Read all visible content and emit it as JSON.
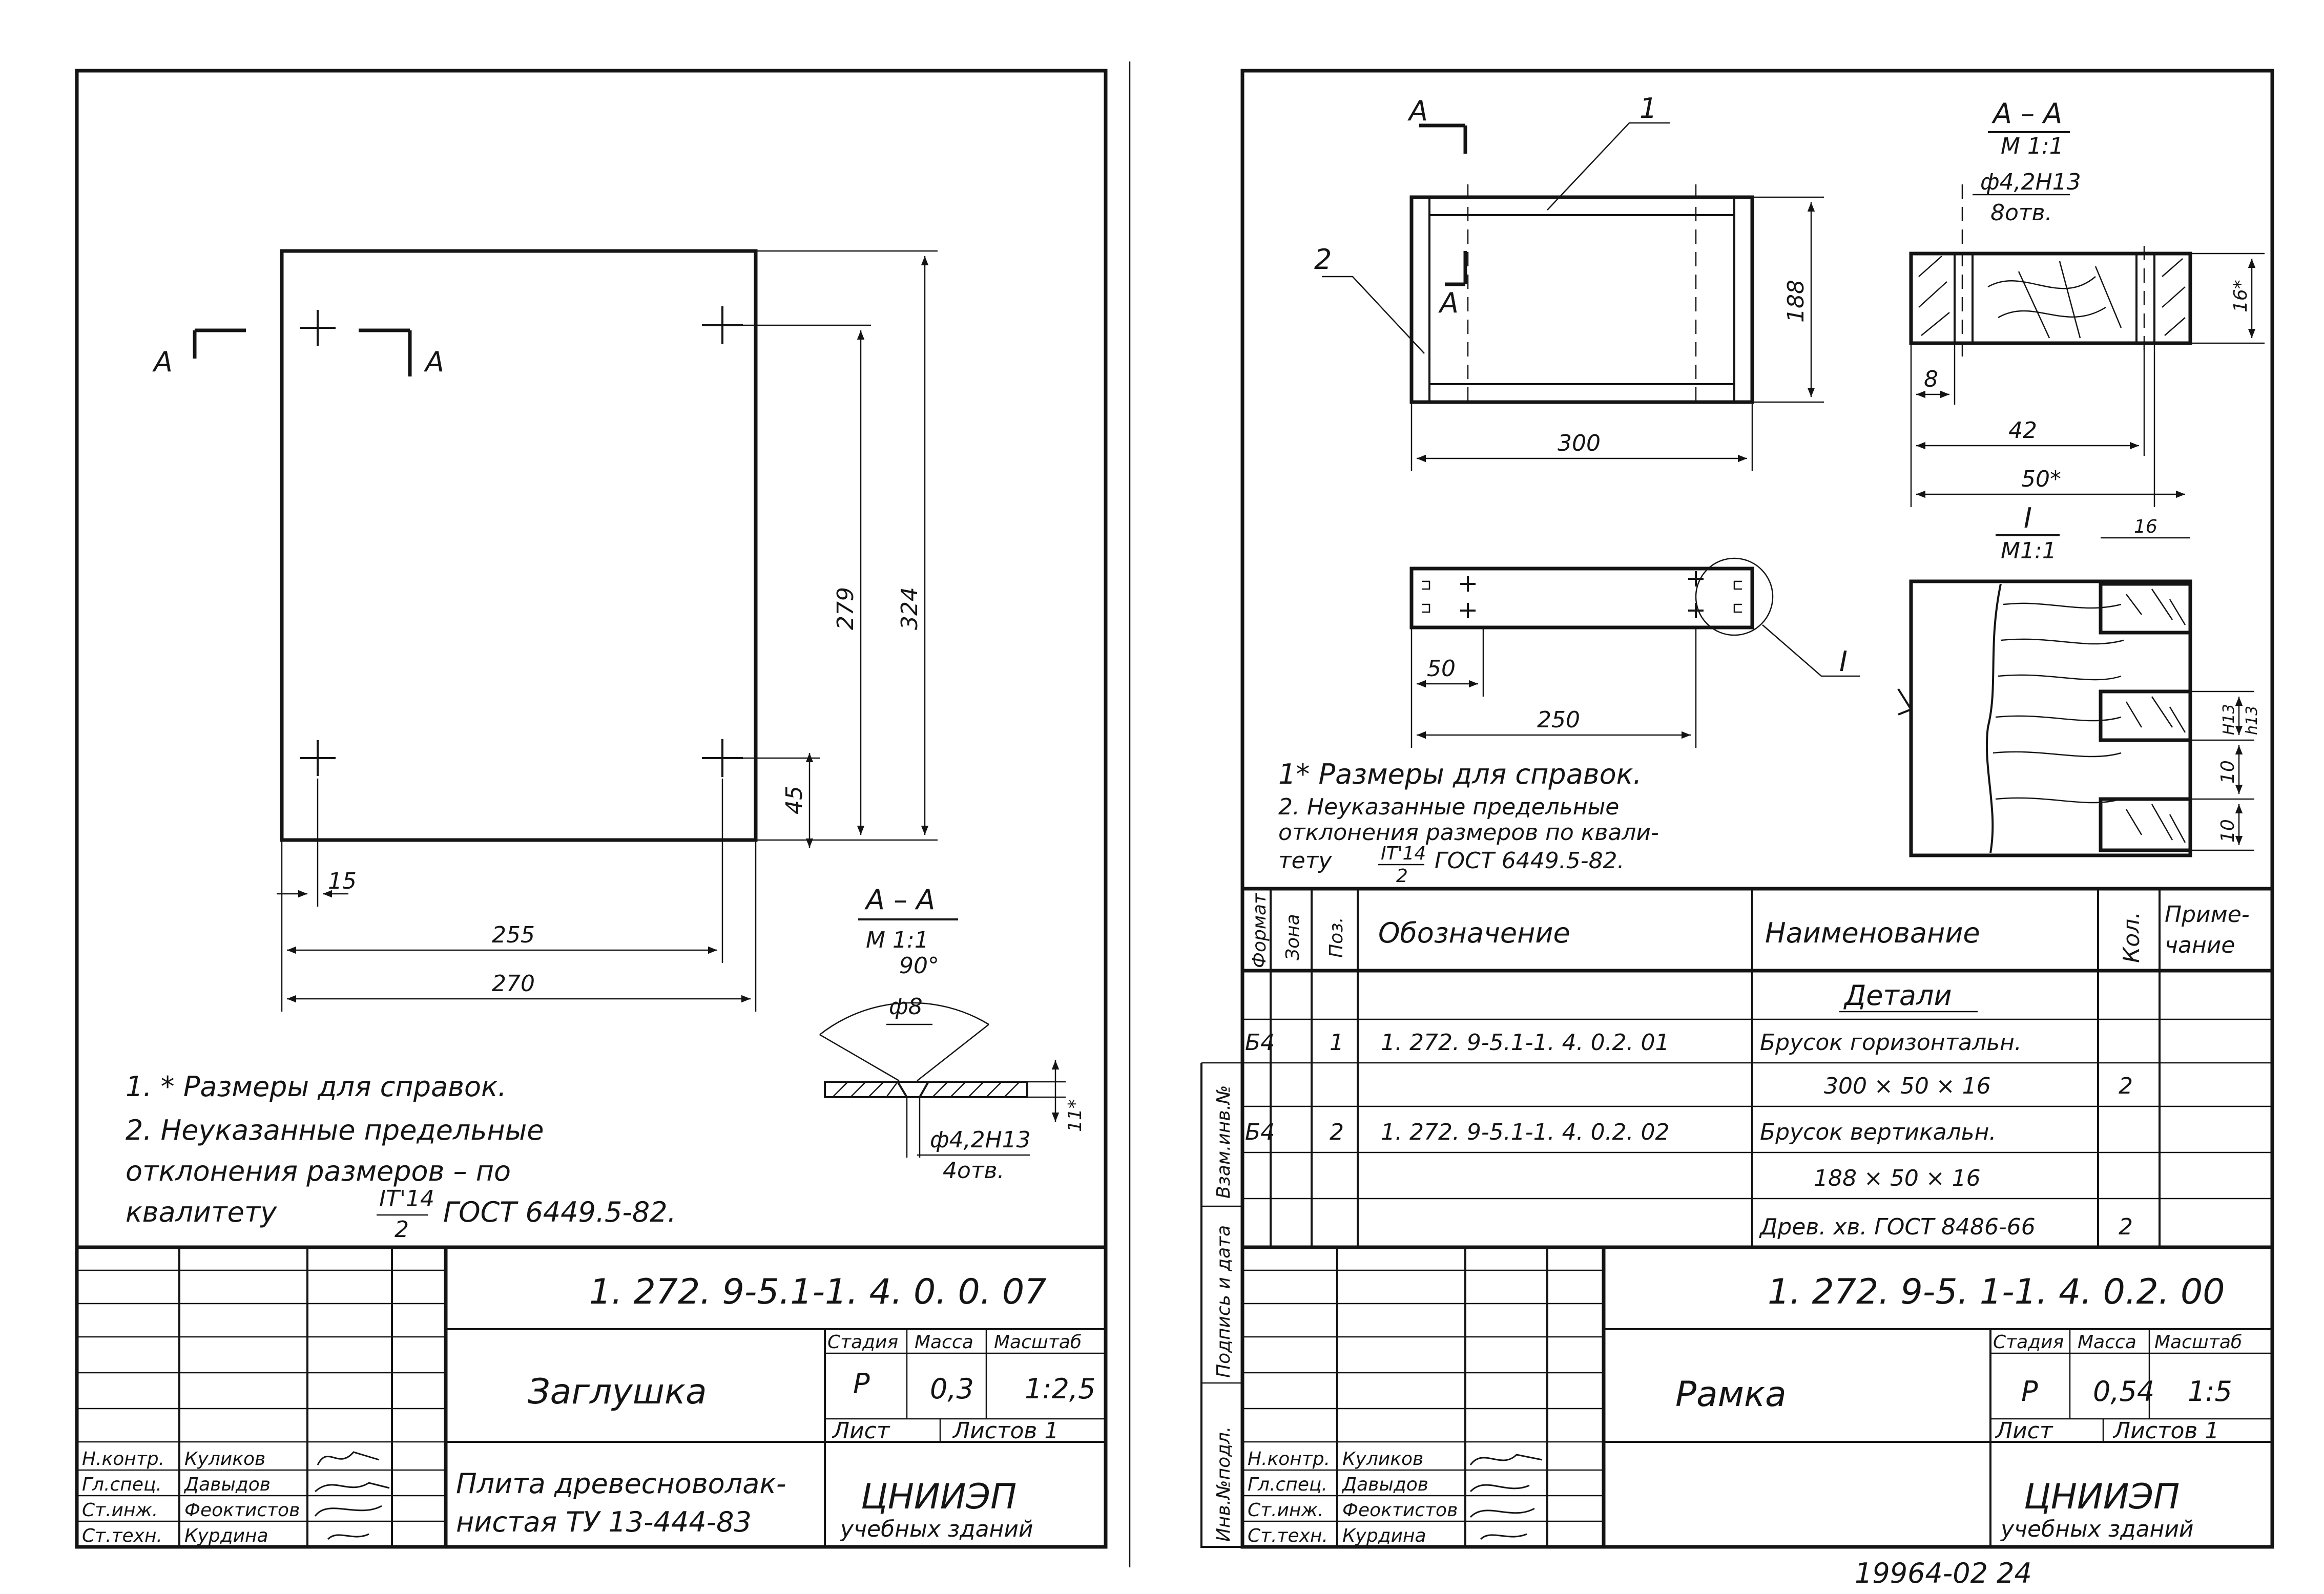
{
  "left_sheet": {
    "section_marker": "А",
    "dimensions": {
      "d15": "15",
      "d255": "255",
      "d270": "270",
      "d45": "45",
      "d279": "279",
      "d324": "324"
    },
    "section_title": "А – А",
    "section_scale": "М 1:1",
    "section_angle": "90°",
    "section_dia": "ф8",
    "section_thk": "11*",
    "section_hole": "ф4,2Н13",
    "section_holes_count": "4отв.",
    "notes": [
      "1. * Размеры для справок.",
      "2. Неуказанные предельные",
      "отклонения размеров – по",
      "квалитету",
      "ГОСТ 6449.5-82."
    ],
    "tolerance_num": "IT'14",
    "tolerance_den": "2",
    "title_block": {
      "code": "1. 272. 9-5.1-1. 4. 0. 0. 07",
      "name": "Заглушка",
      "stage_h": "Стадия",
      "mass_h": "Масса",
      "scale_h": "Масштаб",
      "stage": "Р",
      "mass": "0,3",
      "scale": "1:2,5",
      "sheet_h": "Лист",
      "sheets_h": "Листов 1",
      "material_1": "Плита древесноволак-",
      "material_2": "нистая ТУ 13-444-83",
      "org": "ЦНИИЭП",
      "org_sub": "учебных зданий",
      "roles": [
        "Н.контр.",
        "Гл.спец.",
        "Ст.инж.",
        "Ст.техн."
      ],
      "names": [
        "Куликов",
        "Давыдов",
        "Феоктистов",
        "Курдина"
      ]
    }
  },
  "right_sheet": {
    "section_marker": "А",
    "callout_1": "1",
    "callout_2": "2",
    "callout_detail": "I",
    "dimensions": {
      "d300": "300",
      "d188": "188",
      "d50": "50",
      "d250": "250"
    },
    "section_title": "А – А",
    "section_scale": "М 1:1",
    "section_hole": "ф4,2Н13",
    "section_holes_count": "8отв.",
    "section_dims": {
      "d16": "16*",
      "d8": "8",
      "d42": "42",
      "d50": "50*"
    },
    "detail_title": "I",
    "detail_scale": "М1:1",
    "detail_dims": {
      "d16": "16",
      "h13a": "Н13",
      "h13b": "h13",
      "d10a": "10",
      "d10b": "10"
    },
    "notes": [
      "1* Размеры для справок.",
      "2. Неуказанные предельные",
      "отклонения размеров по квали-",
      "тету",
      "ГОСТ 6449.5-82."
    ],
    "tolerance_num": "IT'14",
    "tolerance_den": "2",
    "spec": {
      "headers": [
        "Формат",
        "Зона",
        "Поз.",
        "Обозначение",
        "Наименование",
        "Кол.",
        "Приме-",
        "чание"
      ],
      "group": "Детали",
      "rows": [
        {
          "format": "Б4",
          "pos": "1",
          "code": "1. 272. 9-5.1-1. 4. 0.2. 01",
          "name": "Брусок горизонтальн.",
          "size": "300 × 50 × 16",
          "qty": "2"
        },
        {
          "format": "Б4",
          "pos": "2",
          "code": "1. 272. 9-5.1-1. 4. 0.2. 02",
          "name": "Брусок вертикальн.",
          "size": "188 × 50 × 16",
          "material": "Древ. хв.  ГОСТ 8486-66",
          "qty": "2"
        }
      ]
    },
    "side_labels": [
      "Взам.инв.№",
      "Подпись и дата",
      "Инв.№подл."
    ],
    "title_block": {
      "code": "1. 272. 9-5. 1-1. 4. 0.2. 00",
      "name": "Рамка",
      "stage_h": "Стадия",
      "mass_h": "Масса",
      "scale_h": "Масштаб",
      "stage": "Р",
      "mass": "0,54",
      "scale": "1:5",
      "sheet_h": "Лист",
      "sheets_h": "Листов 1",
      "org": "ЦНИИЭП",
      "org_sub": "учебных зданий",
      "roles": [
        "Н.контр.",
        "Гл.спец.",
        "Ст.инж.",
        "Ст.техн."
      ],
      "names": [
        "Куликов",
        "Давыдов",
        "Феоктистов",
        "Курдина"
      ]
    },
    "footer": "19964-02   24"
  }
}
